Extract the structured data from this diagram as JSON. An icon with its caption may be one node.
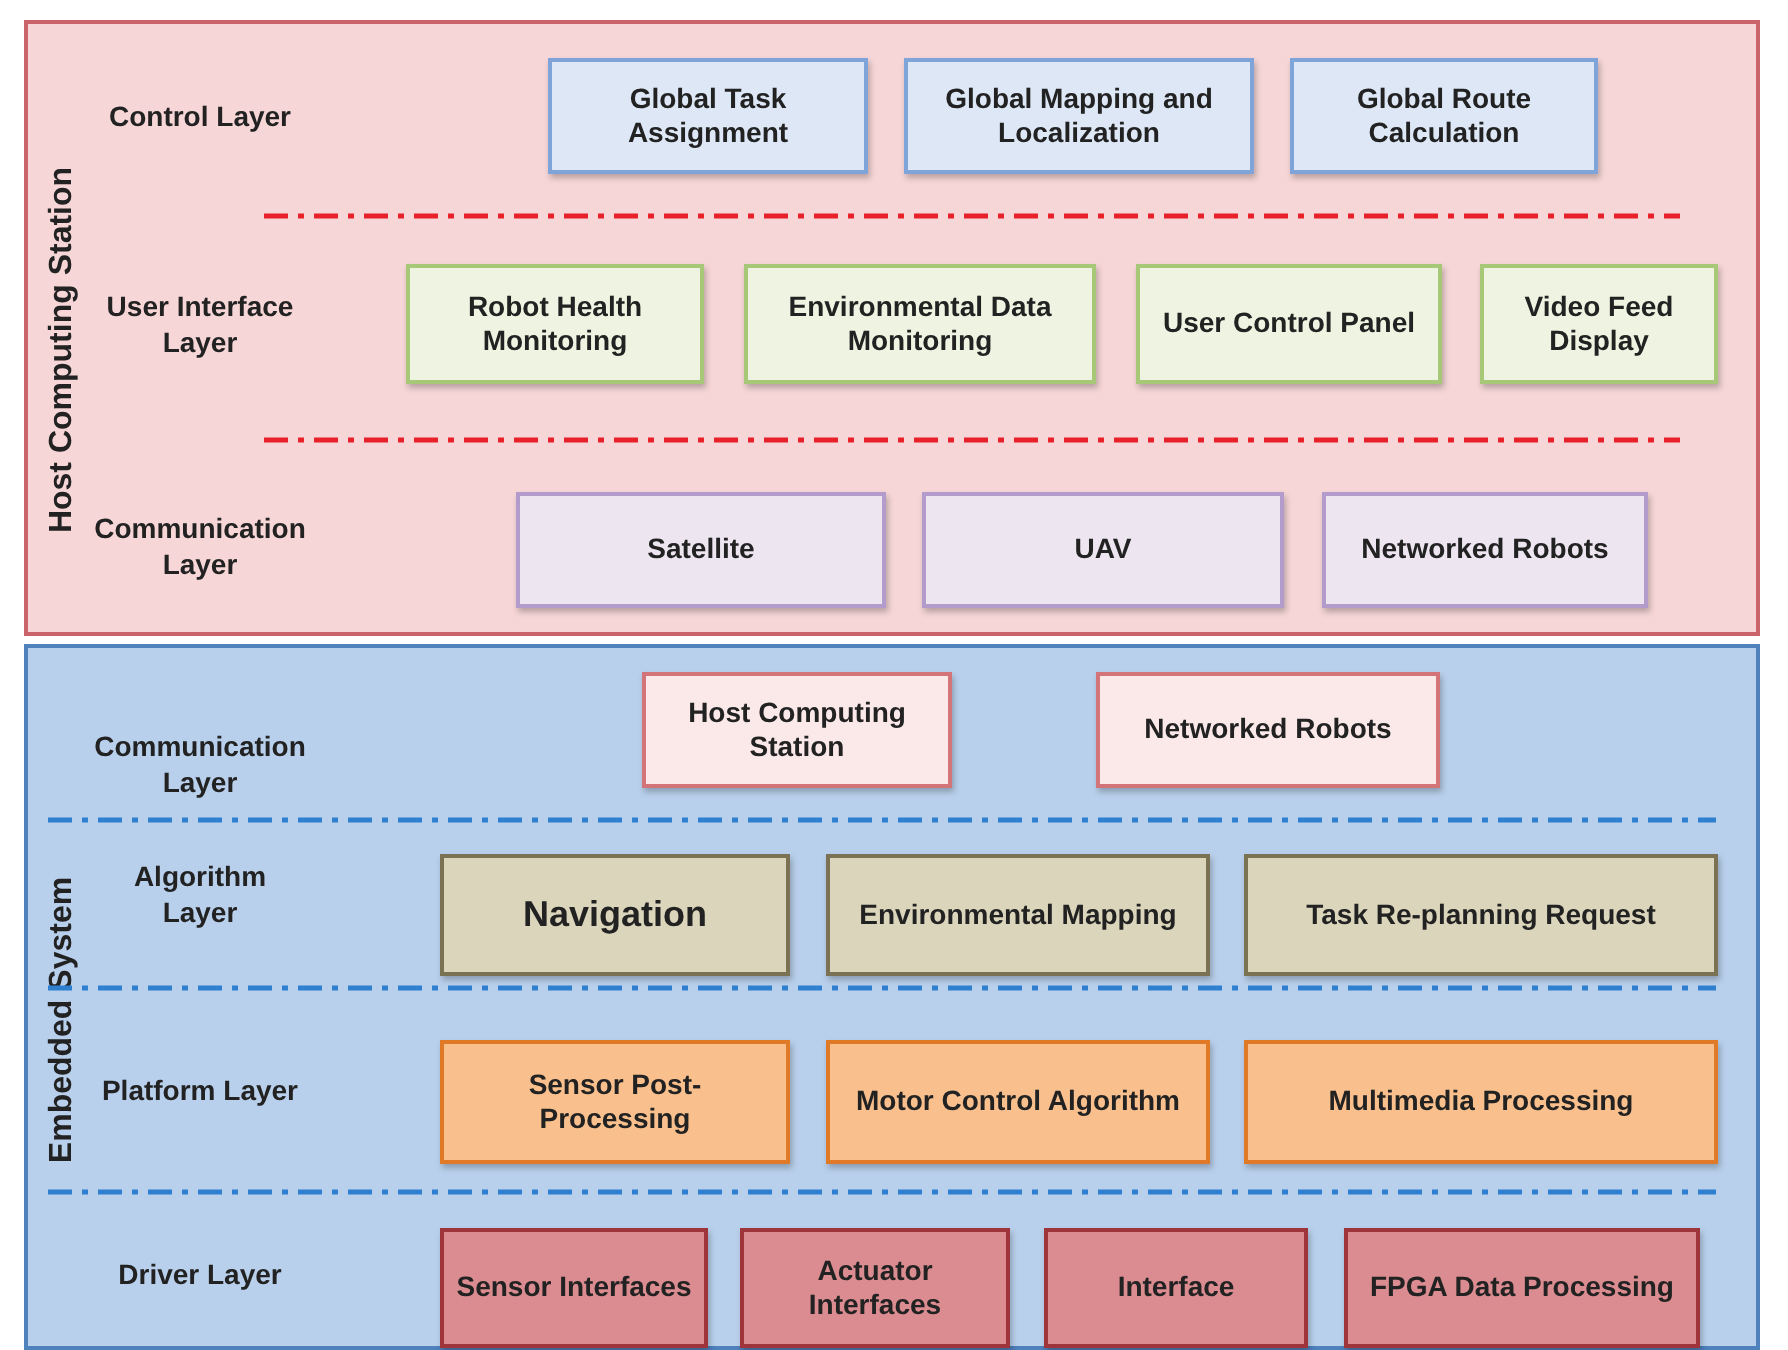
{
  "diagram": {
    "nodes": [
      {
        "text": [
          "Host Computing Station"
        ]
      },
      {
        "text": [
          "Global Task Assignment"
        ],
        "in": 0
      },
      {
        "text": [
          "Global Mapping and Localization"
        ],
        "in": 0
      },
      {
        "text": [
          "Global Route Calculation"
        ],
        "in": 0
      },
      {
        "text": [
          "Robot Health Monitoring"
        ],
        "in": 0
      },
      {
        "text": [
          "Environmental Data Monitoring"
        ],
        "in": 0
      },
      {
        "text": [
          "User Control Panel"
        ],
        "in": 0
      },
      {
        "text": [
          "Video Feed Display"
        ],
        "in": 0
      },
      {
        "text": [
          "Satellite"
        ],
        "in": 0
      },
      {
        "text": [
          "UAV"
        ],
        "in": 0
      },
      {
        "text": [
          "Networked Robots"
        ],
        "in": 0
      },
      {
        "text": [
          "Embedded System"
        ]
      },
      {
        "text": [
          "Host Computing Station"
        ],
        "in": 11
      },
      {
        "text": [
          "Networked Robots"
        ],
        "in": 11
      },
      {
        "text": [
          "Navigation"
        ],
        "in": 11
      },
      {
        "text": [
          "Environmental Mapping"
        ],
        "in": 11
      },
      {
        "text": [
          "Task Re-planning Request"
        ],
        "in": 11
      },
      {
        "text": [
          "Sensor Post-Processing"
        ],
        "in": 11
      },
      {
        "text": [
          "Motor Control Algorithm"
        ],
        "in": 11
      },
      {
        "text": [
          "Multimedia Processing"
        ],
        "in": 11
      },
      {
        "text": [
          "Sensor Interfaces"
        ],
        "in": 11
      },
      {
        "text": [
          "Actuator Interfaces"
        ],
        "in": 11
      },
      {
        "text": [
          "Interface"
        ],
        "in": 11
      },
      {
        "text": [
          "FPGA Data Processing"
        ],
        "in": 11
      }
    ],
    "labels": [
      "Control Layer",
      "User Interface Layer",
      "Communication Layer",
      "Communication Layer",
      "Algorithm Layer",
      "Platform Layer",
      "Driver Layer"
    ]
  }
}
